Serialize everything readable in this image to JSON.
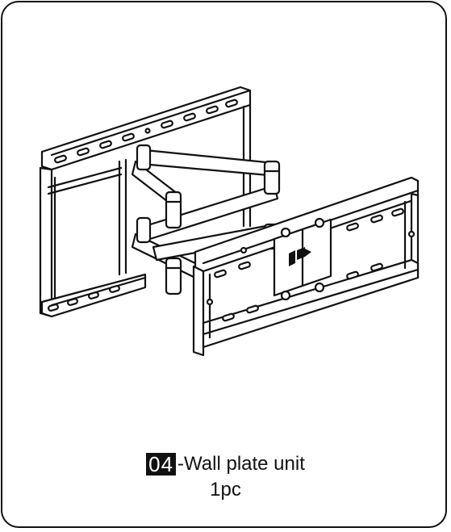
{
  "part": {
    "number": "04",
    "name": "-Wall plate unit",
    "quantity": "1pc"
  },
  "illustration": {
    "subject": "wall-mount-bracket-icon"
  }
}
